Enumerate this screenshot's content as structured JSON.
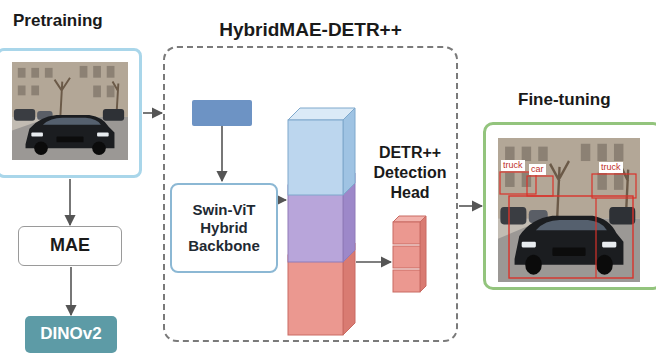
{
  "diagram": {
    "nodes": [
      {
        "text": [
          "Pretraining"
        ]
      },
      {
        "text": [
          "HybridMAE-DETR++"
        ]
      },
      {
        "text": [
          "Swin-ViT Hybrid Backbone"
        ],
        "in": 1
      },
      {
        "text": [
          "Fine-tuning"
        ]
      },
      {
        "text": [
          "MAE"
        ]
      },
      {
        "text": [
          "DINOv2"
        ]
      }
    ],
    "edges": [
      {
        "from": 0,
        "to": 1,
        "arrow": "to"
      },
      {
        "from": 1,
        "to": 3,
        "arrow": "to"
      },
      {
        "from": 0,
        "to": 4,
        "arrow": "to"
      },
      {
        "from": 4,
        "to": 5,
        "arrow": "to"
      }
    ],
    "labels": [
      "DETR++ Detection Head",
      "truck",
      "car",
      "truck"
    ]
  }
}
